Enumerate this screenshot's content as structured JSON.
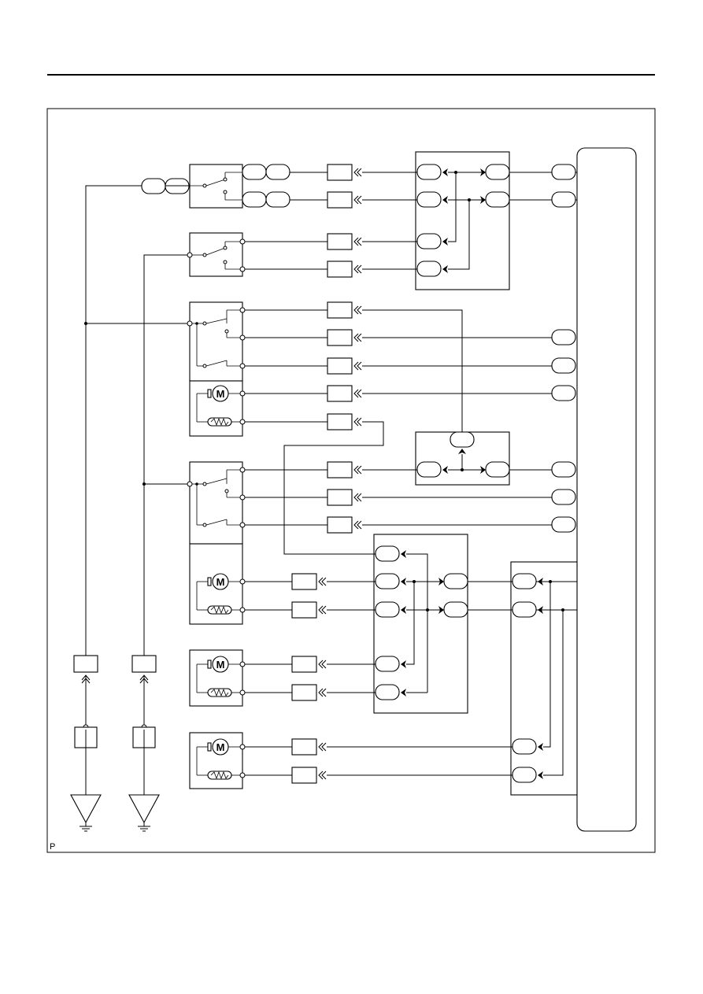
{
  "page": {
    "figure_code": "P"
  },
  "colors": {
    "line": "#000000",
    "background": "#ffffff"
  },
  "diagram": {
    "type": "wiring-schematic",
    "components": [
      {
        "id": "switch-1",
        "kind": "switch"
      },
      {
        "id": "switch-2",
        "kind": "switch"
      },
      {
        "id": "switch-3",
        "kind": "switch"
      },
      {
        "id": "actuator-1",
        "kind": "motor-with-sensor"
      },
      {
        "id": "switch-4",
        "kind": "switch"
      },
      {
        "id": "actuator-2",
        "kind": "motor-with-sensor"
      },
      {
        "id": "actuator-3",
        "kind": "motor-with-sensor"
      },
      {
        "id": "actuator-4",
        "kind": "motor-with-sensor"
      },
      {
        "id": "junction-block-1",
        "kind": "junction"
      },
      {
        "id": "junction-block-2",
        "kind": "junction"
      },
      {
        "id": "junction-block-3",
        "kind": "junction"
      },
      {
        "id": "junction-block-4",
        "kind": "junction"
      },
      {
        "id": "ecu",
        "kind": "control-unit"
      },
      {
        "id": "ground-1",
        "kind": "ground"
      },
      {
        "id": "ground-2",
        "kind": "ground"
      }
    ]
  }
}
